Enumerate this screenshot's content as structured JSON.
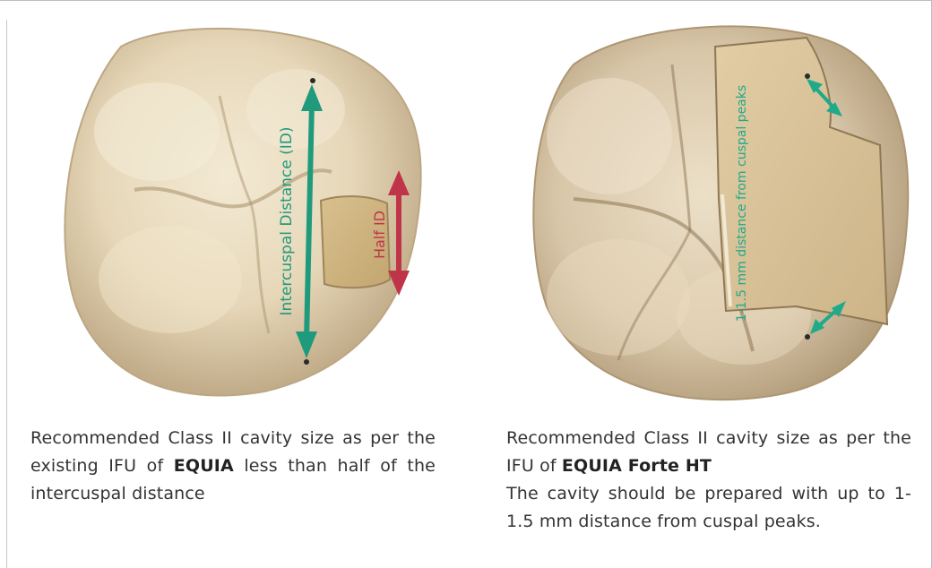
{
  "left_figure": {
    "annotation_long": "Intercuspal Distance (ID)",
    "annotation_short": "Half ID",
    "colors": {
      "arrow_long": "#1f9a7c",
      "arrow_short": "#c0344a",
      "tooth": "#e6d7b8"
    }
  },
  "right_figure": {
    "annotation": "1-1.5 mm distance from cuspal peaks",
    "colors": {
      "arrow": "#1faa8a",
      "tooth": "#d8c6a8"
    }
  },
  "left_caption": {
    "part1": "Recommended Class II cavity size as per the existing IFU of ",
    "brand": "EQUIA",
    "part2": " less than half of the intercuspal distance"
  },
  "right_caption": {
    "part1": "Recommended Class II cavity size as per the IFU of ",
    "brand": "EQUIA Forte HT",
    "line2": "The cavity should be prepared with up to 1-1.5 mm distance from cuspal peaks."
  }
}
